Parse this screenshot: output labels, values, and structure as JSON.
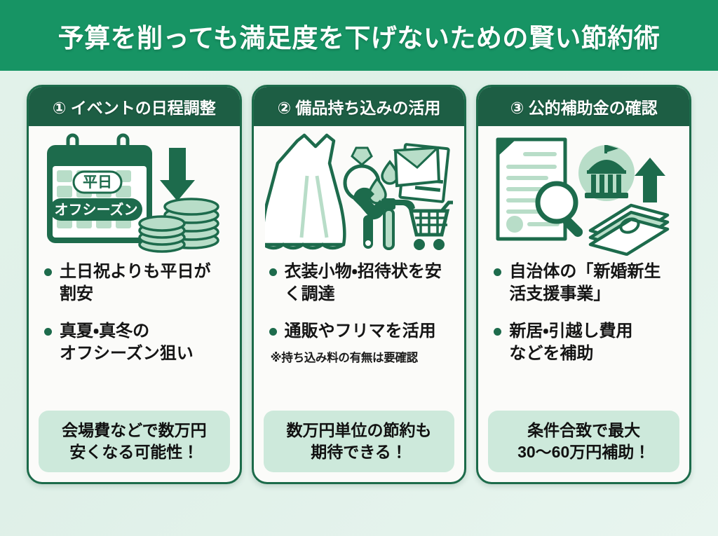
{
  "header": {
    "title": "予算を削っても満足度を下げないための賢い節約術"
  },
  "colors": {
    "header_band": "#179464",
    "card_header": "#1d5e44",
    "card_border": "#1c6b4a",
    "card_bg": "#fbfbf9",
    "page_bg": "#e3f3ea",
    "highlight_bg": "#cde9db",
    "accent_dark": "#1d6b4c",
    "accent_light": "#b8ddc8",
    "text": "#151515"
  },
  "cards": [
    {
      "header": "① イベントの日程調整",
      "illustration": "calendar-weekday-offseason-coins",
      "illustration_labels": {
        "weekday": "平日",
        "offseason": "オフシーズン"
      },
      "bullets": [
        "土日祝よりも平日が割安",
        "真夏・真冬の\nオフシーズン狙い"
      ],
      "note": "",
      "highlight": "会場費などで数万円\n安くなる可能性！"
    },
    {
      "header": "② 備品持ち込みの活用",
      "illustration": "dress-ring-invitation-tools-cart",
      "illustration_labels": {},
      "bullets": [
        "衣装小物・招待状を安く調達",
        "通販やフリマを活用"
      ],
      "note": "※持ち込み料の有無は要確認",
      "highlight": "数万円単位の節約も\n期待できる！"
    },
    {
      "header": "③ 公的補助金の確認",
      "illustration": "document-magnifier-government-cash",
      "illustration_labels": {},
      "bullets": [
        "自治体の「新婚新生活支援事業」",
        "新居・引越し費用\nなどを補助"
      ],
      "note": "",
      "highlight": "条件合致で最大\n30〜60万円補助！"
    }
  ]
}
